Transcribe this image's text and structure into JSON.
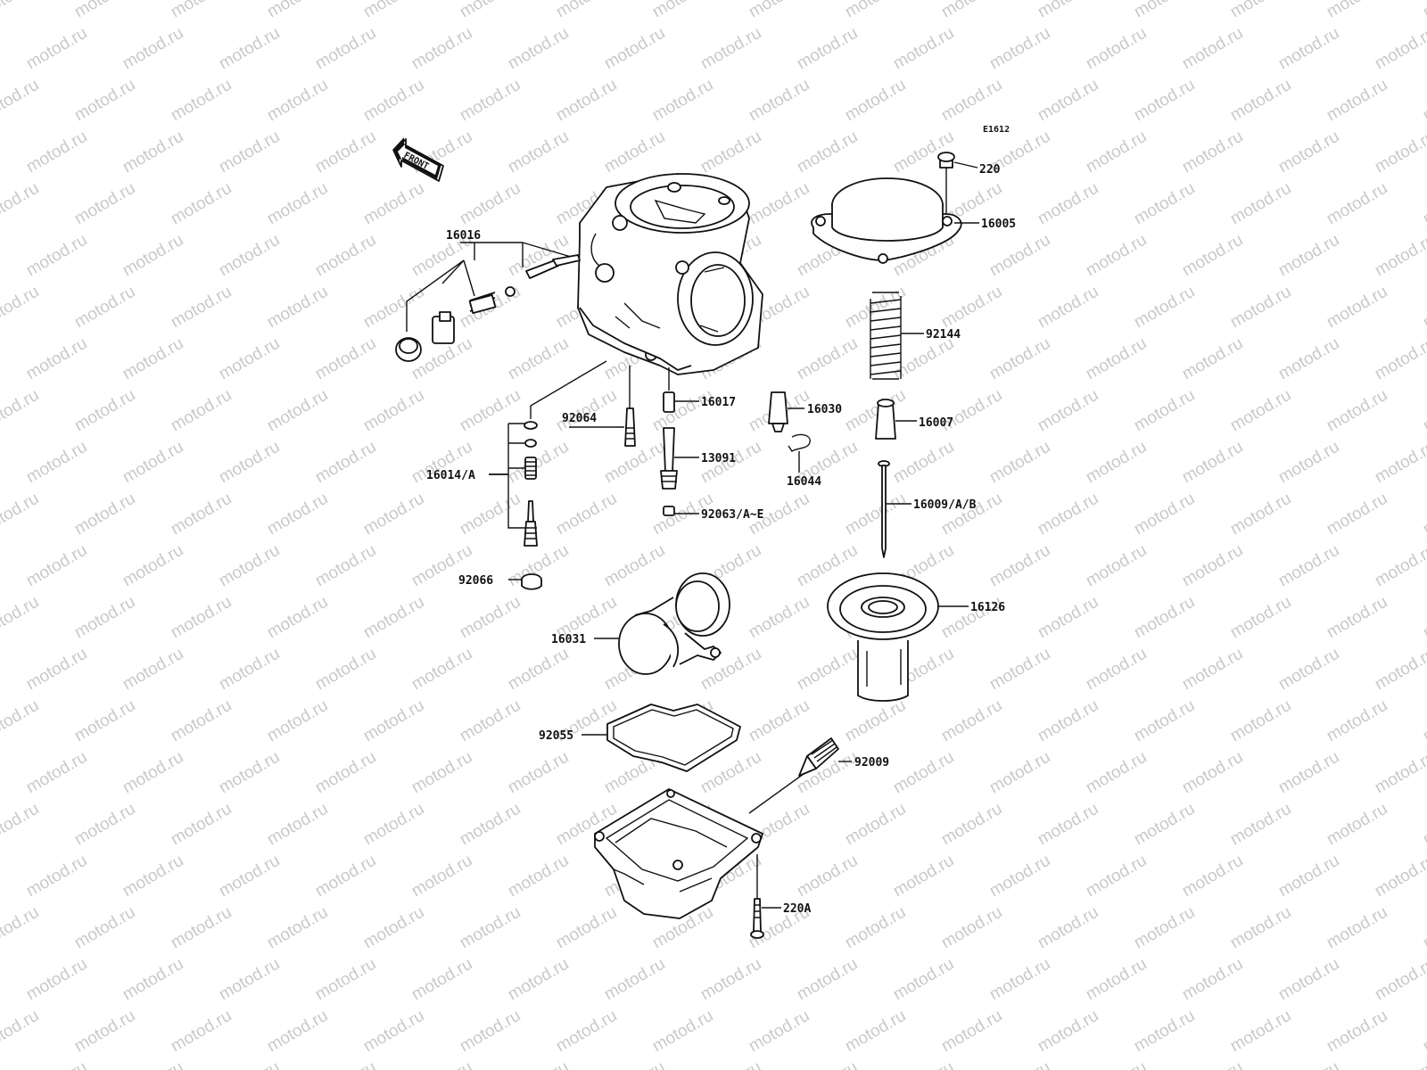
{
  "diagram": {
    "code": "E1612",
    "front_label": "FRONT",
    "watermark": "motod.ru",
    "callouts": {
      "p220": "220",
      "p16005": "16005",
      "p16016": "16016",
      "p92144": "92144",
      "p16017": "16017",
      "p16030": "16030",
      "p92064": "92064",
      "p16007": "16007",
      "p13091": "13091",
      "p16014": "16014/A",
      "p16044": "16044",
      "p16009": "16009/A/B",
      "p92063": "92063/A~E",
      "p92066": "92066",
      "p16126": "16126",
      "p16031": "16031",
      "p92055": "92055",
      "p92009": "92009",
      "p220A": "220A"
    }
  }
}
